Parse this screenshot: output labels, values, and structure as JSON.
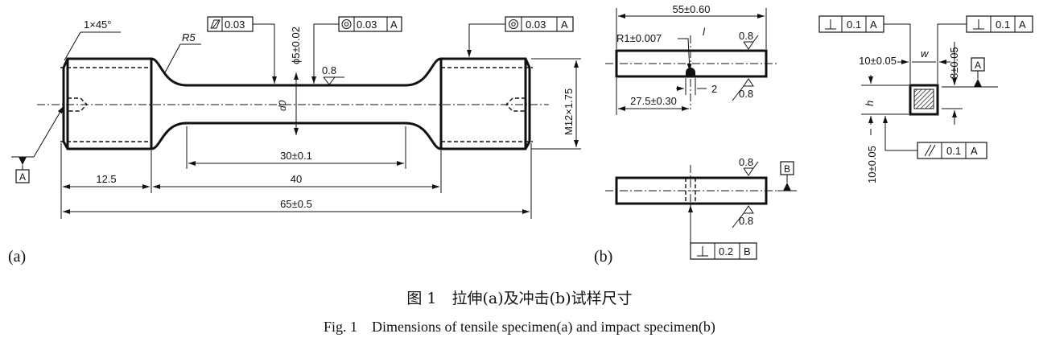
{
  "panel_a": {
    "label": "(a)",
    "chamfer": "1×45°",
    "radius": "R5",
    "flatness_symbol": "⏥",
    "flatness_tol": "0.03",
    "concentric_tol_1": "0.03",
    "concentric_datum_1": "A",
    "concentric_tol_2": "0.03",
    "concentric_datum_2": "A",
    "phi_dim": "ϕ5±0.02",
    "d0_label": "d0",
    "roughness": "0.8",
    "thread": "M12×1.75",
    "dim_30": "30±0.1",
    "dim_40": "40",
    "dim_12_5": "12.5",
    "dim_65": "65±0.5",
    "datum_A": "A"
  },
  "panel_b": {
    "label": "(b)",
    "dim_55": "55±0.60",
    "r_dim": "R1±0.007",
    "l_label": "l",
    "roughness_top": "0.8",
    "roughness_bottom": "0.8",
    "dim_2": "2",
    "dim_27_5": "27.5±0.30",
    "roughness_top2": "0.8",
    "roughness_bottom2": "0.8",
    "datum_B": "B",
    "perp_tol_b": "0.2",
    "perp_datum_b": "B",
    "perp_tol_1": "0.1",
    "perp_datum_1": "A",
    "perp_tol_2": "0.1",
    "perp_datum_2": "A",
    "w_label": "w",
    "dim_10_top": "10±0.05",
    "dim_8": "8±0.05",
    "datum_A2": "A",
    "h_label": "h",
    "dim_10_side": "10±0.05",
    "par_tol": "0.1",
    "par_datum": "A"
  },
  "caption": {
    "cn": "图 1　拉伸(a)及冲击(b)试样尺寸",
    "en": "Fig. 1　Dimensions of tensile specimen(a) and impact specimen(b)"
  }
}
